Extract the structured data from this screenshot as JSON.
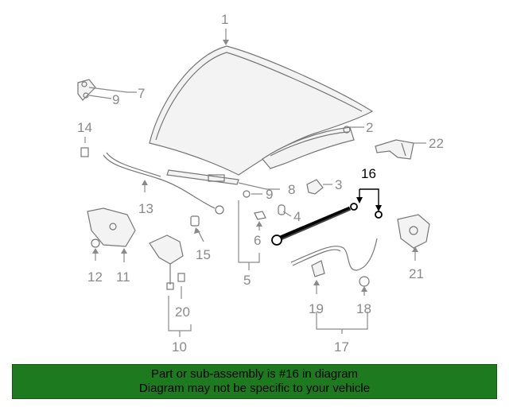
{
  "callouts": {
    "c1": "1",
    "c2": "2",
    "c3": "3",
    "c4": "4",
    "c5": "5",
    "c6": "6",
    "c7": "7",
    "c8": "8",
    "c9a": "9",
    "c9b": "9",
    "c10": "10",
    "c11": "11",
    "c12": "12",
    "c13": "13",
    "c14": "14",
    "c15": "15",
    "c16": "16",
    "c17": "17",
    "c18": "18",
    "c19": "19",
    "c20": "20",
    "c21": "21",
    "c22": "22"
  },
  "banner": {
    "line1": "Part or sub-assembly is #16 in diagram",
    "line2": "Diagram may not be specific to your vehicle",
    "color": "#1e7a1e"
  },
  "highlight_color": "#000000",
  "part_color": "#777777"
}
